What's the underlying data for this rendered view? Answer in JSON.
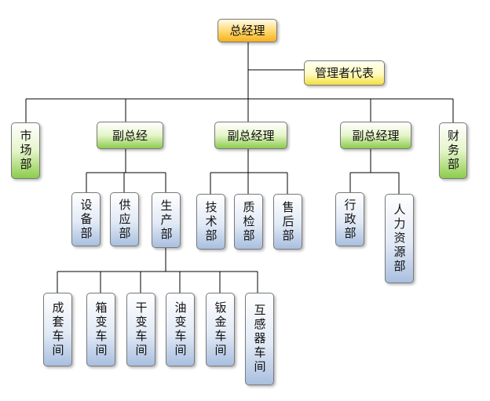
{
  "colors": {
    "line": "#000000",
    "box_border": "#7a7a7a"
  },
  "org": {
    "gm": "总经理",
    "mgmt_rep": "管理者代表",
    "market_dept": "市场部",
    "finance_dept": "财务部",
    "deputy_1": "副总经",
    "deputy_2": "副总经理",
    "deputy_3": "副总经理",
    "equipment_dept": "设备部",
    "supply_dept": "供应部",
    "production_dept": "生产部",
    "tech_dept": "技术部",
    "qc_dept": "质检部",
    "after_sales_dept": "售后部",
    "admin_dept": "行政部",
    "hr_dept": "人力资源部",
    "workshop_complete_set": "成套车间",
    "workshop_box_transformer": "箱变车间",
    "workshop_dry_transformer": "干变车间",
    "workshop_oil_transformer": "油变车间",
    "workshop_sheet_metal": "钣金车间",
    "workshop_transformer_sensor": "互感器车间"
  }
}
